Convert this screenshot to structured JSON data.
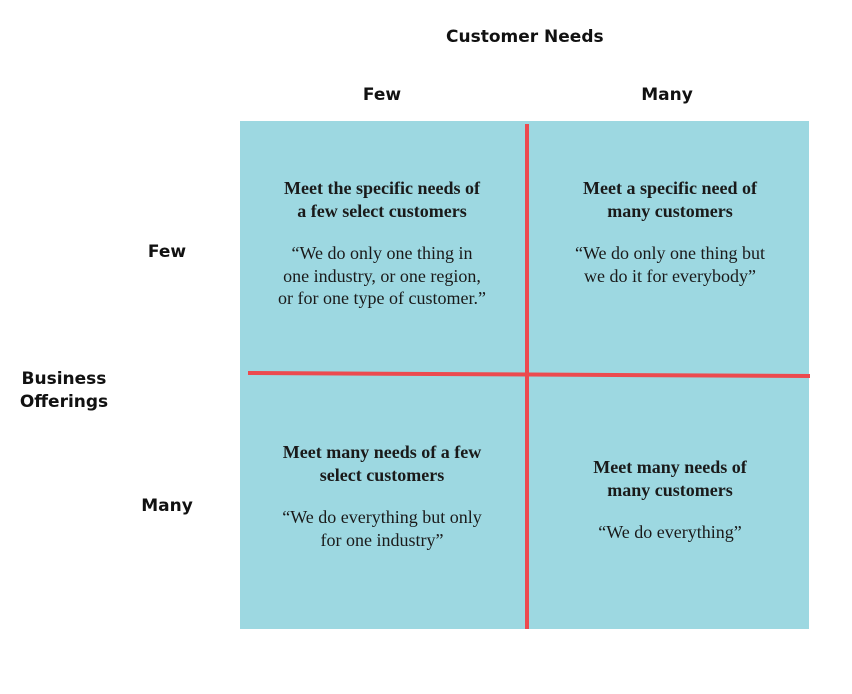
{
  "axes": {
    "x_title": "Customer Needs",
    "y_title_line1": "Business",
    "y_title_line2": "Offerings"
  },
  "columns": [
    "Few",
    "Many"
  ],
  "rows": [
    "Few",
    "Many"
  ],
  "quadrants": {
    "top_left": {
      "title": "Meet the specific needs of a few select customers",
      "quote": "“We do only one thing in one industry, or one region, or for one type of customer.”"
    },
    "top_right": {
      "title": "Meet a specific need of many customers",
      "quote": "“We do only one thing but we do it for everybody”"
    },
    "bottom_left": {
      "title": "Meet many needs of a few select customers",
      "quote": "“We do everything but only for one industry”"
    },
    "bottom_right": {
      "title": "Meet many needs of many customers",
      "quote": "“We  do everything”"
    }
  },
  "colors": {
    "matrix_fill": "#9dd8e1",
    "divider": "#ec4a4f"
  }
}
